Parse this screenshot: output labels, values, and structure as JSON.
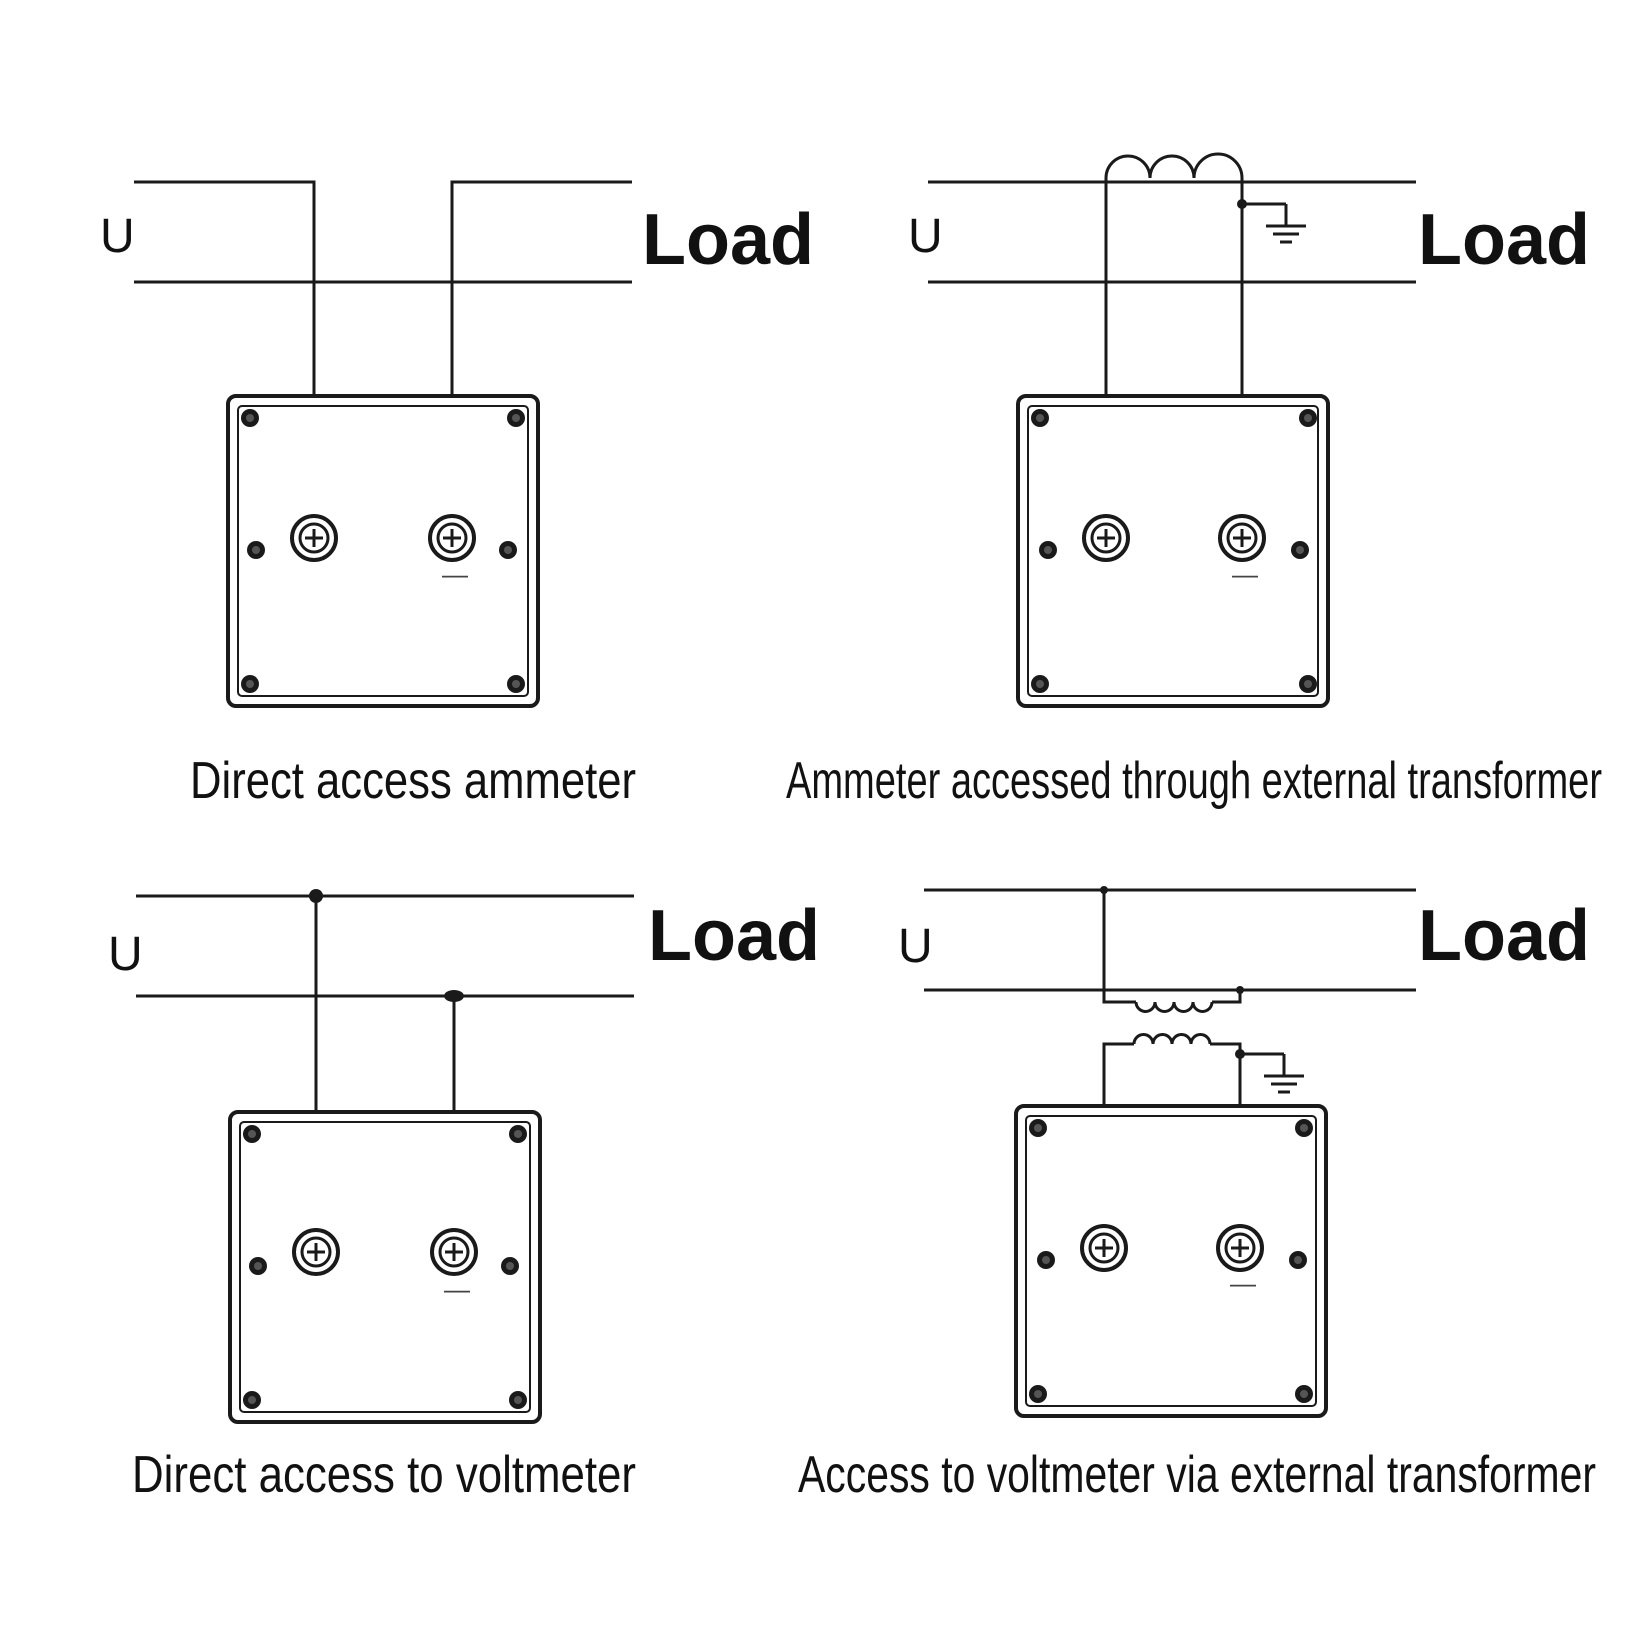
{
  "panels": [
    {
      "u_label": "U",
      "load_label": "Load",
      "caption": "Direct access ammeter",
      "minus_sign": "—"
    },
    {
      "u_label": "U",
      "load_label": "Load",
      "caption": "Ammeter accessed through external transformer",
      "minus_sign": "—"
    },
    {
      "u_label": "U",
      "load_label": "Load",
      "caption": "Direct access to voltmeter",
      "minus_sign": "—"
    },
    {
      "u_label": "U",
      "load_label": "Load",
      "caption": "Access to voltmeter via external transformer",
      "minus_sign": "—"
    }
  ]
}
